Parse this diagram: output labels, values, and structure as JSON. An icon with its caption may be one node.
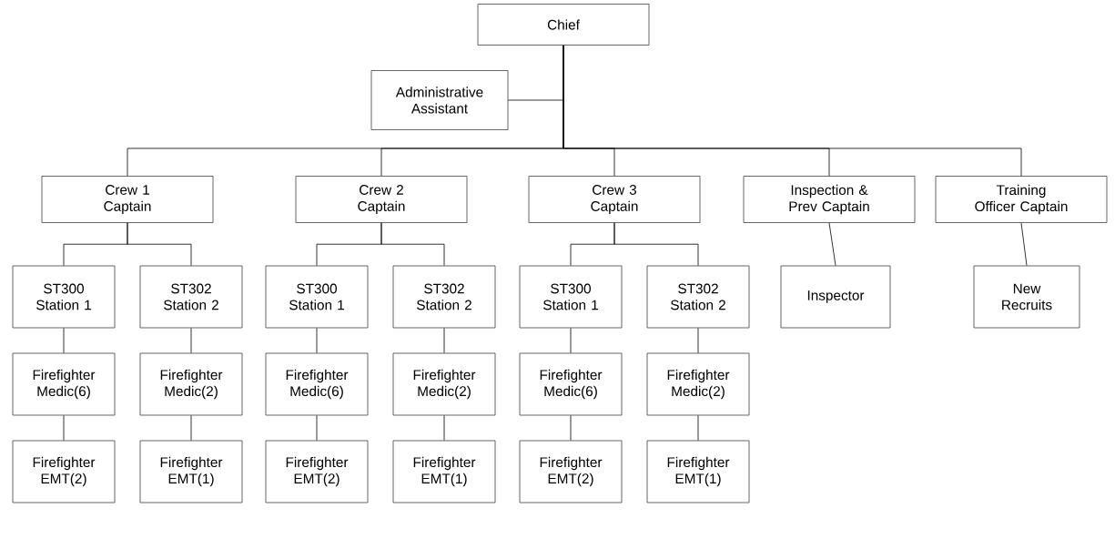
{
  "diagram": {
    "nodes": [
      {
        "text": [
          "Chief"
        ]
      },
      {
        "text": [
          "Administrative Assistant"
        ]
      },
      {
        "text": [
          "Crew 1 Captain"
        ]
      },
      {
        "text": [
          "Crew 2 Captain"
        ]
      },
      {
        "text": [
          "Crew 3 Captain"
        ]
      },
      {
        "text": [
          "Inspection & Prev Captain"
        ]
      },
      {
        "text": [
          "Training Officer Captain"
        ]
      },
      {
        "text": [
          "ST300 Station 1"
        ]
      },
      {
        "text": [
          "ST302 Station 2"
        ]
      },
      {
        "text": [
          "ST300 Station 1"
        ]
      },
      {
        "text": [
          "ST302 Station 2"
        ]
      },
      {
        "text": [
          "ST300 Station 1"
        ]
      },
      {
        "text": [
          "ST302 Station 2"
        ]
      },
      {
        "text": [
          "Inspector"
        ]
      },
      {
        "text": [
          "New Recruits"
        ]
      },
      {
        "text": [
          "Firefighter Medic(6)"
        ]
      },
      {
        "text": [
          "Firefighter Medic(2)"
        ]
      },
      {
        "text": [
          "Firefighter Medic(6)"
        ]
      },
      {
        "text": [
          "Firefighter Medic(2)"
        ]
      },
      {
        "text": [
          "Firefighter Medic(6)"
        ]
      },
      {
        "text": [
          "Firefighter Medic(2)"
        ]
      },
      {
        "text": [
          "Firefighter EMT(2)"
        ]
      },
      {
        "text": [
          "Firefighter EMT(1)"
        ]
      },
      {
        "text": [
          "Firefighter EMT(2)"
        ]
      },
      {
        "text": [
          "Firefighter EMT(1)"
        ]
      },
      {
        "text": [
          "Firefighter EMT(2)"
        ]
      },
      {
        "text": [
          "Firefighter EMT(1)"
        ]
      }
    ],
    "edges": [
      {
        "from": 0,
        "to": 1,
        "arrow": "none"
      },
      {
        "from": 0,
        "to": 2,
        "arrow": "none"
      },
      {
        "from": 0,
        "to": 3,
        "arrow": "none"
      },
      {
        "from": 0,
        "to": 4,
        "arrow": "none"
      },
      {
        "from": 0,
        "to": 5,
        "arrow": "none"
      },
      {
        "from": 0,
        "to": 6,
        "arrow": "none"
      },
      {
        "from": 2,
        "to": 7,
        "arrow": "none"
      },
      {
        "from": 2,
        "to": 8,
        "arrow": "none"
      },
      {
        "from": 3,
        "to": 9,
        "arrow": "none"
      },
      {
        "from": 3,
        "to": 10,
        "arrow": "none"
      },
      {
        "from": 4,
        "to": 11,
        "arrow": "none"
      },
      {
        "from": 4,
        "to": 12,
        "arrow": "none"
      },
      {
        "from": 5,
        "to": 13,
        "arrow": "none"
      },
      {
        "from": 6,
        "to": 14,
        "arrow": "none"
      },
      {
        "from": 7,
        "to": 15,
        "arrow": "none"
      },
      {
        "from": 8,
        "to": 16,
        "arrow": "none"
      },
      {
        "from": 9,
        "to": 17,
        "arrow": "none"
      },
      {
        "from": 10,
        "to": 18,
        "arrow": "none"
      },
      {
        "from": 11,
        "to": 19,
        "arrow": "none"
      },
      {
        "from": 12,
        "to": 20,
        "arrow": "none"
      },
      {
        "from": 15,
        "to": 21,
        "arrow": "none"
      },
      {
        "from": 16,
        "to": 22,
        "arrow": "none"
      },
      {
        "from": 17,
        "to": 23,
        "arrow": "none"
      },
      {
        "from": 18,
        "to": 24,
        "arrow": "none"
      },
      {
        "from": 19,
        "to": 25,
        "arrow": "none"
      },
      {
        "from": 20,
        "to": 26,
        "arrow": "none"
      }
    ]
  }
}
